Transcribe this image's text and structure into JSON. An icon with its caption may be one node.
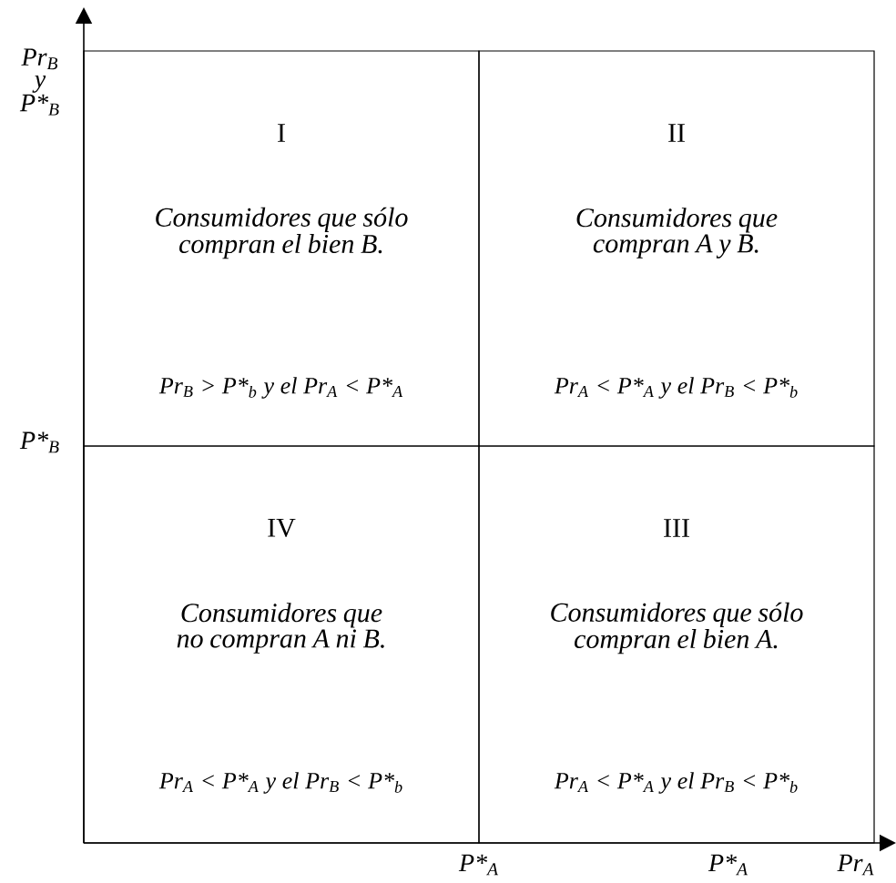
{
  "diagram": {
    "nodes": [
      {
        "text": [
          "I",
          "Consumidores que sólo compran el bien B.",
          "Pr$_{B}$ > P*$_{b}$ y el Pr$_{A}$ < P*$_{A}$"
        ]
      },
      {
        "text": [
          "II",
          "Consumidores que compran A y B.",
          "Pr$_{A}$ < P*$_{A}$ y el Pr$_{B}$ < P*$_{b}$"
        ]
      },
      {
        "text": [
          "IV",
          "Consumidores que no compran A ni B.",
          "Pr$_{A}$ < P*$_{A}$ y el Pr$_{B}$ < P*$_{b}$"
        ]
      },
      {
        "text": [
          "III",
          "Consumidores que sólo compran el bien A.",
          "Pr$_{A}$ < P*$_{A}$ y el Pr$_{B}$ < P*$_{b}$"
        ]
      }
    ],
    "labels": [
      "Pr$_{B}$ y P*$_{B}$",
      "P*$_{B}$",
      "P*$_{A}$",
      "P*$_{A}$",
      "Pr$_{A}$"
    ]
  }
}
